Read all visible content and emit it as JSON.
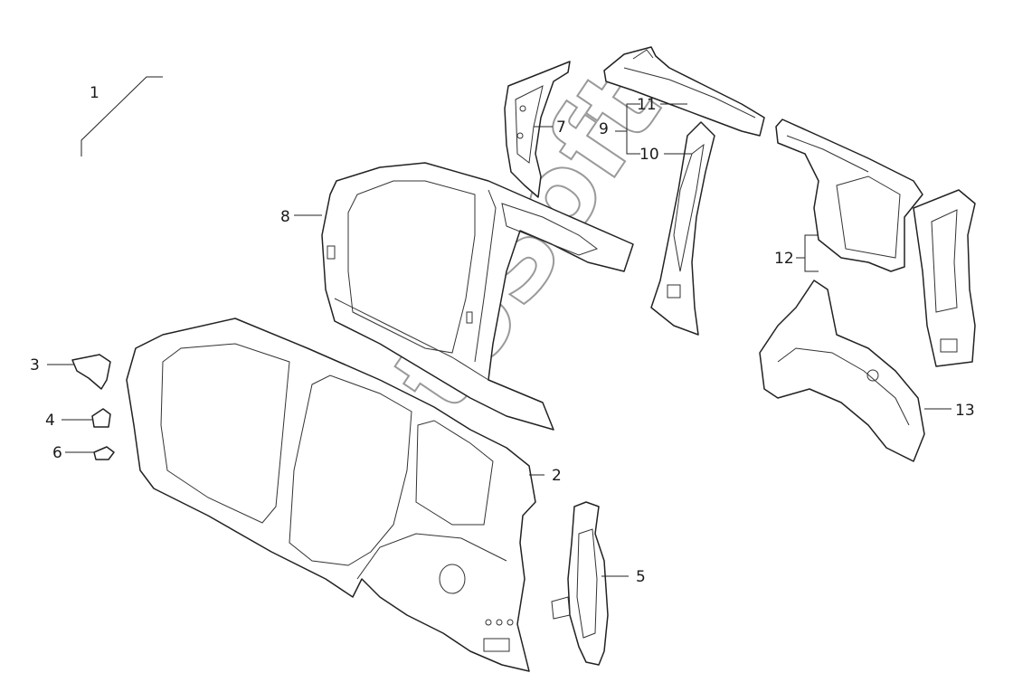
{
  "diagram": {
    "callouts": {
      "c1": "1",
      "c2": "2",
      "c3": "3",
      "c4": "4",
      "c5": "5",
      "c6": "6",
      "c7": "7",
      "c8": "8",
      "c9": "9",
      "c10": "10",
      "c11": "11",
      "c12": "12",
      "c13": "13"
    },
    "watermark": "AutoSoft"
  },
  "colors": {
    "line": "#222222",
    "watermark": "#9a9a9a",
    "background": "#ffffff"
  }
}
